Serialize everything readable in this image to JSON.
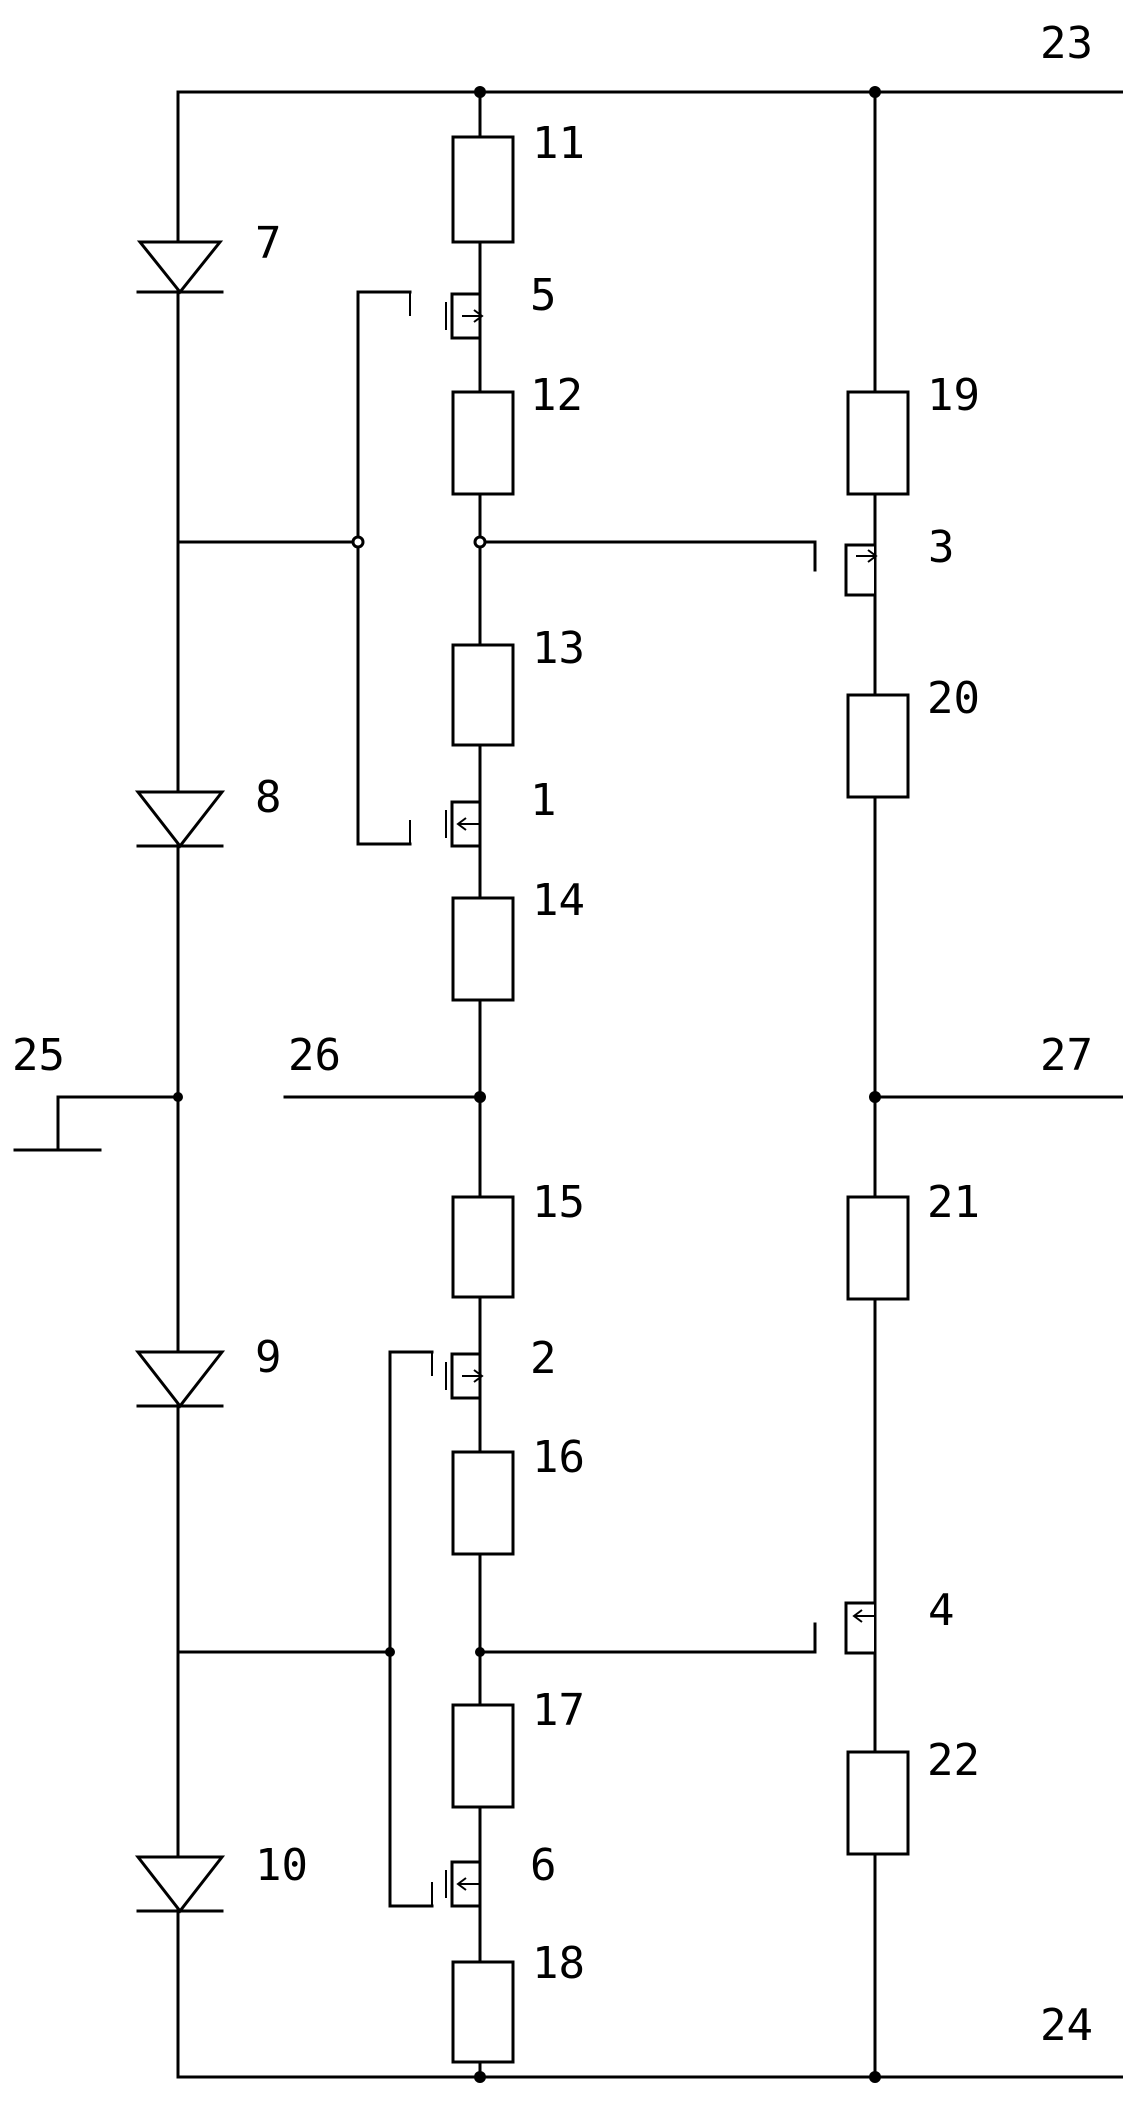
{
  "labels": {
    "n1": "1",
    "n2": "2",
    "n3": "3",
    "n4": "4",
    "n5": "5",
    "n6": "6",
    "n7": "7",
    "n8": "8",
    "n9": "9",
    "n10": "10",
    "n11": "11",
    "n12": "12",
    "n13": "13",
    "n14": "14",
    "n15": "15",
    "n16": "16",
    "n17": "17",
    "n18": "18",
    "n19": "19",
    "n20": "20",
    "n21": "21",
    "n22": "22",
    "n23": "23",
    "n24": "24",
    "n25": "25",
    "n26": "26",
    "n27": "27"
  }
}
